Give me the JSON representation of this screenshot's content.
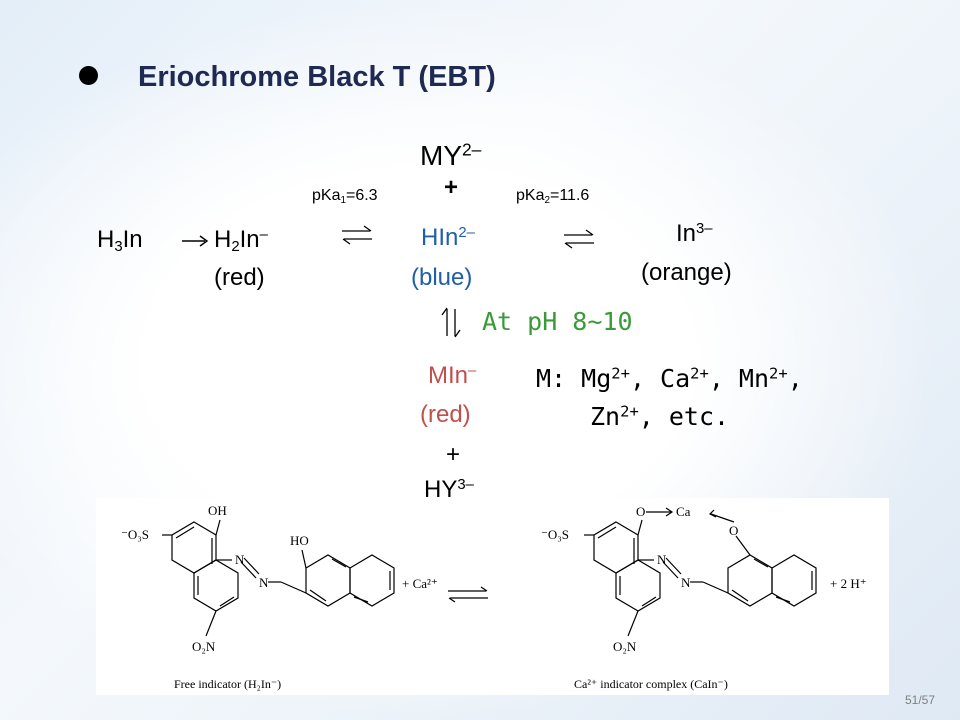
{
  "slide": {
    "title": "Eriochrome Black T (EBT)",
    "page": "51/57"
  },
  "scheme": {
    "my_species": "MY",
    "my_charge": "2–",
    "plus_top": "+",
    "pka1_label": "pKa",
    "pka1_sub": "1",
    "pka1_value": "=6.3",
    "pka2_label": "pKa",
    "pka2_sub": "2",
    "pka2_value": "=11.6",
    "h3in_h": "H",
    "h3in_sub": "3",
    "h3in_tail": "In",
    "h2in_h": "H",
    "h2in_sub": "2",
    "h2in_tail": "In",
    "h2in_charge": "–",
    "h2in_color": "(red)",
    "hin_species": "HIn",
    "hin_charge": "2–",
    "hin_color": "(blue)",
    "in_species": "In",
    "in_charge": "3–",
    "in_color": "(orange)",
    "ph_condition": "At pH 8~10",
    "min_species": "MIn",
    "min_charge": "–",
    "min_color": "(red)",
    "plus_bottom": "+",
    "hy_species": "HY",
    "hy_charge": "3–",
    "metals_line1_prefix": "M: Mg",
    "metals_mg_charge": "2+",
    "metals_ca": ", Ca",
    "metals_ca_charge": "2+",
    "metals_mn": ", Mn",
    "metals_mn_charge": "2+",
    "metals_line1_end": ",",
    "metals_zn": "Zn",
    "metals_zn_charge": "2+",
    "metals_line2_end": ", etc."
  },
  "structures": {
    "oh": "OH",
    "ho": "HO",
    "o3s_left": "⁻O₃S",
    "o3s_right": "⁻O₃S",
    "o2n_left": "O₂N",
    "o2n_right": "O₂N",
    "n_label": "N",
    "o_label": "O",
    "ca_label": "Ca",
    "plus_ca": "+ Ca²⁺",
    "plus_2h": "+ 2 H⁺",
    "left_caption": "Free indicator (H₂In⁻)",
    "right_caption": "Ca²⁺ indicator complex (CaIn⁻)"
  },
  "colors": {
    "title": "#1f2a52",
    "red_species": "#c0504d",
    "blue_species": "#1f5fa8",
    "green_condition": "#3a9a3a"
  },
  "icons": {
    "bullet": "filled-circle",
    "equilibrium": "harpoon-equilibrium-arrows",
    "forward": "right-arrow"
  }
}
